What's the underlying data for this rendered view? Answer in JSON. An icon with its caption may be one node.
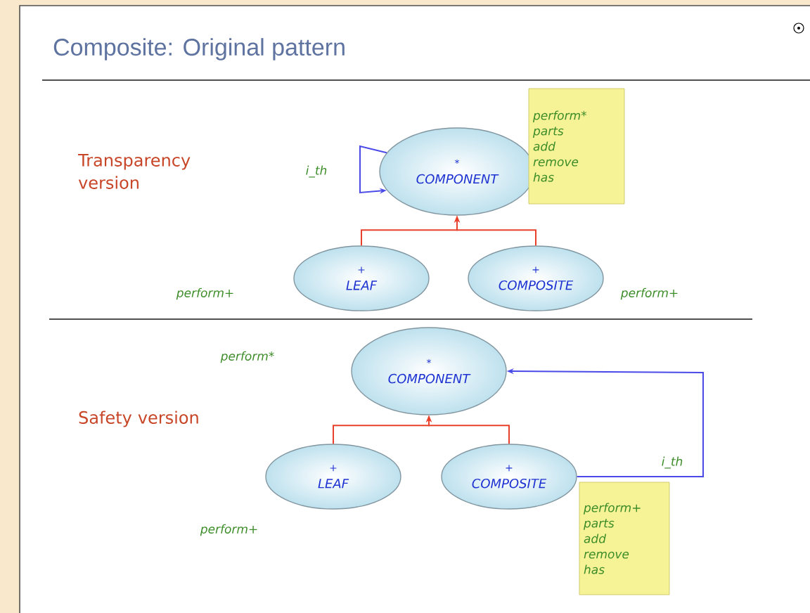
{
  "diagram": {
    "title": "Composite: Original pattern",
    "nodes": [
      {
        "text": [
          "*",
          "COMPONENT"
        ]
      },
      {
        "text": [
          "perform*",
          "parts",
          "add",
          "remove",
          "has"
        ]
      },
      {
        "text": [
          "+",
          "LEAF"
        ]
      },
      {
        "text": [
          "+",
          "COMPOSITE"
        ]
      },
      {
        "text": [
          "*",
          "COMPONENT"
        ]
      },
      {
        "text": [
          "+",
          "LEAF"
        ]
      },
      {
        "text": [
          "+",
          "COMPOSITE"
        ]
      },
      {
        "text": [
          "perform+",
          "parts",
          "add",
          "remove",
          "has"
        ]
      }
    ],
    "edges": [
      {
        "from": 2,
        "to": 0,
        "arrow": "to",
        "color": "#e8402a"
      },
      {
        "from": 3,
        "to": 0,
        "arrow": "to",
        "color": "#e8402a"
      },
      {
        "from": 0,
        "to": 0,
        "arrow": "to",
        "label": "i_th",
        "color": "#4a4ae8"
      },
      {
        "from": 5,
        "to": 4,
        "arrow": "to",
        "color": "#e8402a"
      },
      {
        "from": 6,
        "to": 4,
        "arrow": "to",
        "color": "#e8402a"
      },
      {
        "from": 6,
        "to": 4,
        "arrow": "to",
        "label": "i_th",
        "color": "#4a4ae8"
      }
    ],
    "labels": [
      "Transparency version",
      "perform+",
      "perform+",
      "Safety version",
      "perform*",
      "perform+"
    ]
  }
}
